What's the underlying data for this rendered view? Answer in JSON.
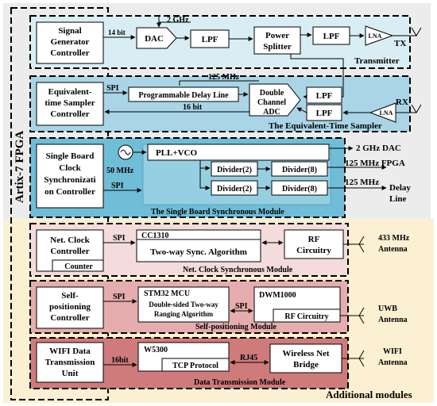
{
  "colors": {
    "fpga_bg": "#ececec",
    "additional_bg": "#fbf0d2",
    "transmitter_bg": "#d9eef4",
    "sampler_bg": "#a9d5e6",
    "sync_bg": "#6fbdd6",
    "netclock_bg": "#f4dcdc",
    "selfpos_bg": "#e5adad",
    "transmission_bg": "#cf7b7b"
  },
  "labels": {
    "fpga": "Artix-7 FPGA",
    "additional": "Additional modules",
    "transmitter": "Transmitter",
    "sampler": "The Equivalent-Time Sampler",
    "sync": "The Single Board Synchronous Module",
    "netclock": "Net. Clock Synchronous Module",
    "selfpos": "Self-positioning Module",
    "transmission": "Data Transmission Module"
  },
  "controllers": {
    "signal_gen": [
      "Signal",
      "Generator",
      "Controller"
    ],
    "sampler": [
      "Equivalent-",
      "time Sampler",
      "Controller"
    ],
    "sync": [
      "Single Board",
      "Clock",
      "Synchronizati",
      "on Controller"
    ],
    "netclock": [
      "Net. Clock",
      "Controller"
    ],
    "counter": "Counter",
    "selfpos": [
      "Self-",
      "positioning",
      "Controller"
    ],
    "wifi": [
      "WIFI Data",
      "Transmission",
      "Unit"
    ]
  },
  "blocks": {
    "dac": "DAC",
    "lpf": "LPF",
    "splitter": [
      "Power",
      "Splitter"
    ],
    "lna": "LNA",
    "delay_line": "Programmable Delay Line",
    "adc": [
      "Double",
      "Channel",
      "ADC"
    ],
    "pll": "PLL+VCO",
    "div2": "Divider(2)",
    "div8": "Divider(8)",
    "cc1310": "CC1310",
    "two_way": "Two-way Sync. Algorithm",
    "rf": [
      "RF",
      "Circuitry"
    ],
    "stm32": "STM32 MCU",
    "ranging": [
      "Double-sided Two-way",
      "Ranging Algorithm"
    ],
    "dwm": "DWM1000",
    "rf_circuitry": "RF Circuitry",
    "w5300": "W5300",
    "tcp": "TCP Protocol",
    "bridge": [
      "Wireless Net",
      "Bridge"
    ]
  },
  "signals": {
    "bit14": "14 bit",
    "ghz2": "2 GHz",
    "tx": "TX",
    "rx": "RX",
    "spi": "SPI",
    "mhz125": "125 MHz",
    "bit16": "16 bit",
    "mhz50": "50 MHz",
    "out_dac": "2 GHz DAC",
    "out_fpga": "125 MHz FPGA",
    "out_delay_freq": "125 MHz",
    "out_delay": [
      "Delay",
      "Line"
    ],
    "bit16b": "16bit",
    "rj45": "RJ45"
  },
  "antennas": {
    "a433": [
      "433 MHz",
      "Antenna"
    ],
    "uwb": [
      "UWB",
      "Antenna"
    ],
    "wifi": [
      "WIFI",
      "Antenna"
    ]
  }
}
